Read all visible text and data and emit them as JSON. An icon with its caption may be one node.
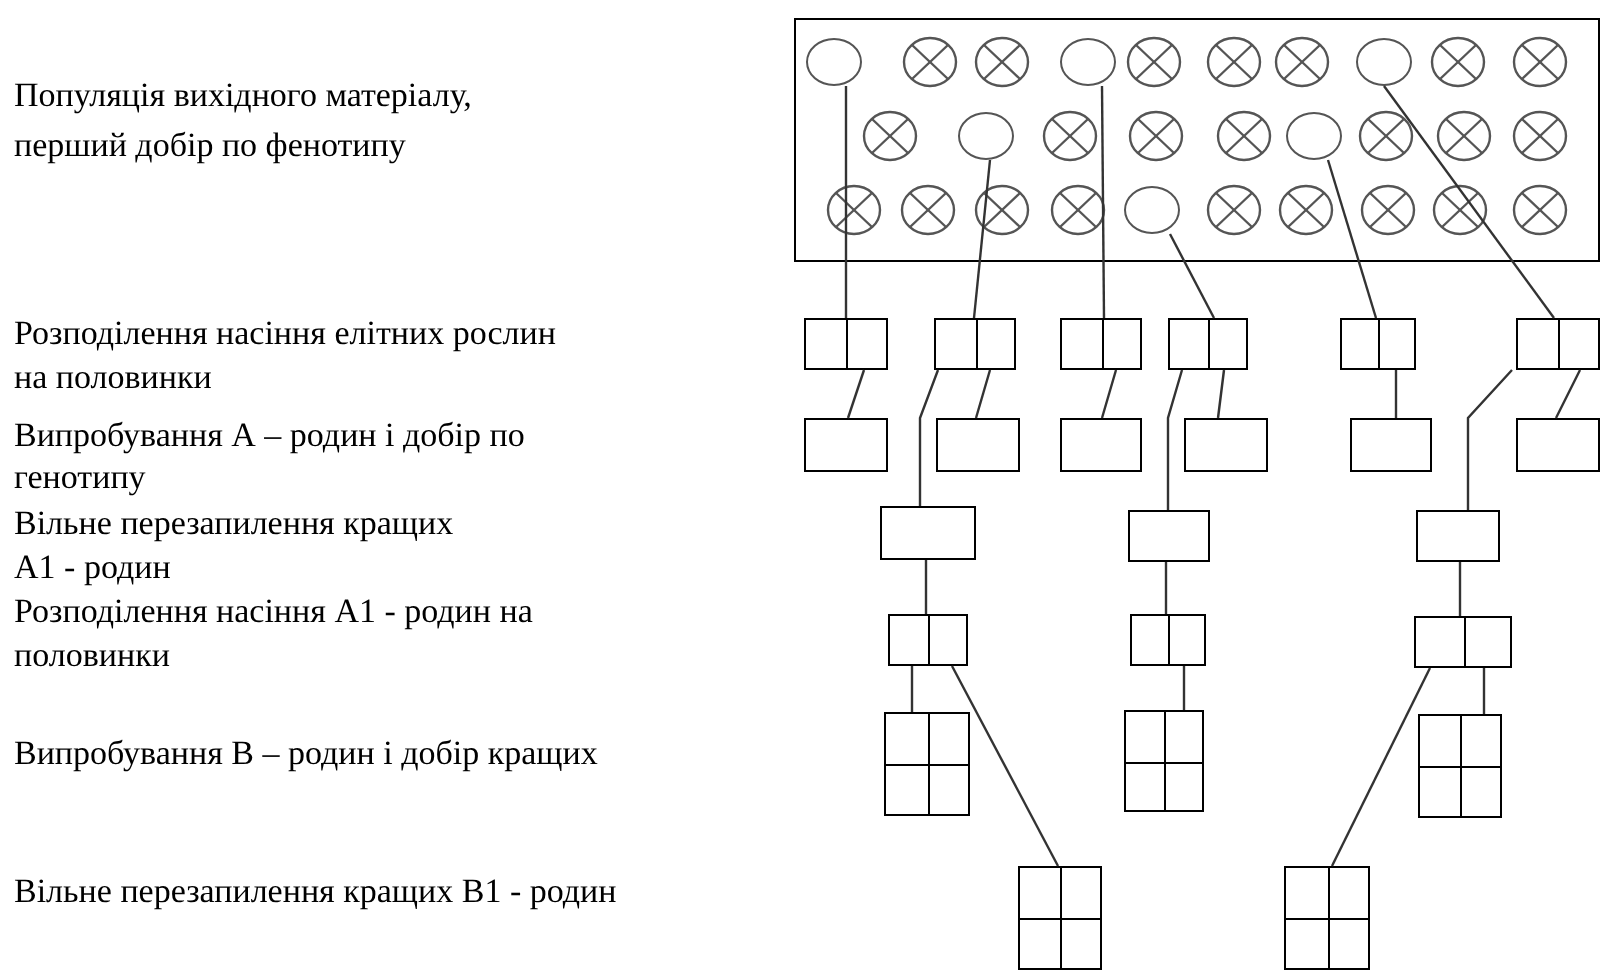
{
  "diagram": {
    "nodes": [
      {
        "text": [],
        "shape": "box"
      },
      {
        "text": [],
        "shape": "circle",
        "in": 0
      },
      {
        "text": [],
        "shape": "circle",
        "in": 0
      },
      {
        "text": [],
        "shape": "circle",
        "in": 0
      },
      {
        "text": [],
        "shape": "circle",
        "in": 0
      },
      {
        "text": [],
        "shape": "circle",
        "in": 0
      },
      {
        "text": [],
        "shape": "circle",
        "in": 0
      },
      {
        "text": [],
        "shape": "box"
      },
      {
        "text": [],
        "shape": "box"
      },
      {
        "text": [],
        "shape": "box"
      },
      {
        "text": [],
        "shape": "box"
      },
      {
        "text": [],
        "shape": "box"
      },
      {
        "text": [],
        "shape": "box"
      },
      {
        "text": [],
        "shape": "box"
      },
      {
        "text": [],
        "shape": "box"
      },
      {
        "text": [],
        "shape": "box"
      },
      {
        "text": [],
        "shape": "box"
      },
      {
        "text": [],
        "shape": "box"
      },
      {
        "text": [],
        "shape": "box"
      },
      {
        "text": [],
        "shape": "box"
      },
      {
        "text": [],
        "shape": "box"
      },
      {
        "text": [],
        "shape": "box"
      },
      {
        "text": [],
        "shape": "box"
      },
      {
        "text": [],
        "shape": "box"
      },
      {
        "text": [],
        "shape": "box"
      },
      {
        "text": [],
        "shape": "box"
      },
      {
        "text": [],
        "shape": "box"
      },
      {
        "text": [],
        "shape": "box"
      },
      {
        "text": [],
        "shape": "box"
      },
      {
        "text": [],
        "shape": "box"
      }
    ],
    "edges": [
      {
        "from": 1,
        "to": 7,
        "arrow": "none"
      },
      {
        "from": 4,
        "to": 8,
        "arrow": "none"
      },
      {
        "from": 2,
        "to": 9,
        "arrow": "none"
      },
      {
        "from": 6,
        "to": 10,
        "arrow": "none"
      },
      {
        "from": 5,
        "to": 11,
        "arrow": "none"
      },
      {
        "from": 3,
        "to": 12,
        "arrow": "none"
      },
      {
        "from": 7,
        "to": 13,
        "arrow": "none"
      },
      {
        "from": 8,
        "to": 14,
        "arrow": "none"
      },
      {
        "from": 9,
        "to": 15,
        "arrow": "none"
      },
      {
        "from": 10,
        "to": 16,
        "arrow": "none"
      },
      {
        "from": 11,
        "to": 17,
        "arrow": "none"
      },
      {
        "from": 12,
        "to": 18,
        "arrow": "none"
      },
      {
        "from": 8,
        "to": 19,
        "arrow": "none"
      },
      {
        "from": 10,
        "to": 20,
        "arrow": "none"
      },
      {
        "from": 12,
        "to": 21,
        "arrow": "none"
      },
      {
        "from": 19,
        "to": 22,
        "arrow": "none"
      },
      {
        "from": 20,
        "to": 23,
        "arrow": "none"
      },
      {
        "from": 21,
        "to": 24,
        "arrow": "none"
      },
      {
        "from": 22,
        "to": 25,
        "arrow": "none"
      },
      {
        "from": 23,
        "to": 26,
        "arrow": "none"
      },
      {
        "from": 24,
        "to": 27,
        "arrow": "none"
      },
      {
        "from": 22,
        "to": 28,
        "arrow": "none"
      },
      {
        "from": 24,
        "to": 29,
        "arrow": "none"
      }
    ],
    "labels": [
      "Популяція вихідного матеріалу, перший добір по фенотипу",
      "Розподілення насіння елітних рослин на половинки",
      "Випробування А – родин і добір по генотипу",
      "Вільне перезапилення кращих А1 - родин",
      "Розподілення насіння А1 - родин на половинки",
      "Випробування В – родин і добір кращих",
      "Вільне перезапилення кращих В1 - родин"
    ]
  }
}
